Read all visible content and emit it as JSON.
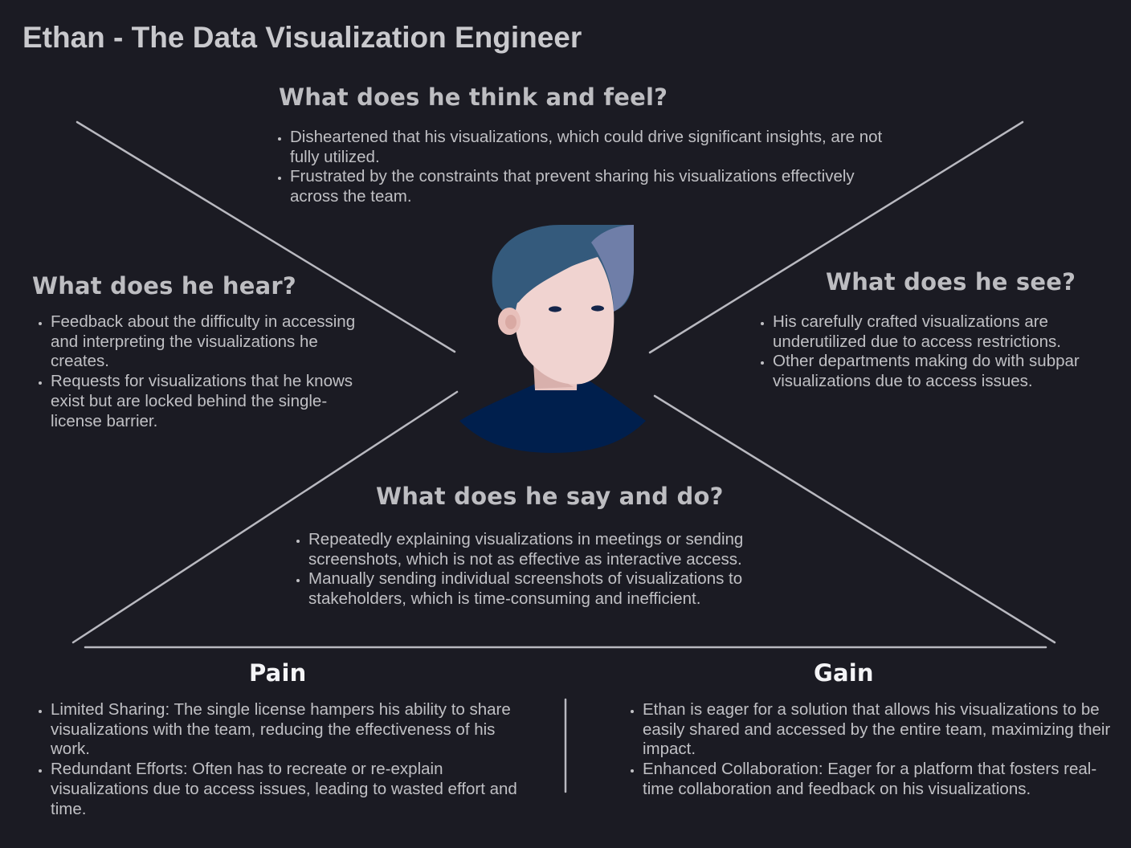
{
  "title": "Ethan - The Data Visualization Engineer",
  "think_feel": {
    "heading": "What does he think and feel?",
    "items": [
      "Disheartened that his visualizations, which could drive significant insights, are not fully utilized.",
      "Frustrated by the constraints that prevent sharing his visualizations effectively across the team."
    ]
  },
  "hear": {
    "heading": "What does he hear?",
    "items": [
      "Feedback about the difficulty in accessing and interpreting the visualizations he creates.",
      "Requests for visualizations that he knows exist but are locked behind the single-license barrier."
    ]
  },
  "see": {
    "heading": "What does he see?",
    "items": [
      "His carefully crafted visualizations are underutilized due to access restrictions.",
      "Other departments making do with subpar visualizations due to access issues."
    ]
  },
  "say_do": {
    "heading": "What does he say and do?",
    "items": [
      "Repeatedly explaining visualizations in meetings or sending screenshots, which is not as effective as interactive access.",
      "Manually sending individual screenshots of visualizations to stakeholders, which is time-consuming and inefficient."
    ]
  },
  "pain": {
    "heading": "Pain",
    "items": [
      "Limited Sharing: The single license hampers his ability to share visualizations with the team, reducing the effectiveness of his work.",
      "Redundant Efforts: Often has to recreate or re-explain visualizations due to access issues, leading to wasted effort and time."
    ]
  },
  "gain": {
    "heading": "Gain",
    "items": [
      "Ethan is eager for a solution that allows his visualizations to be easily shared and accessed by the entire team, maximizing their impact.",
      "Enhanced Collaboration: Eager for a platform that fosters real-time collaboration and feedback on his visualizations."
    ]
  },
  "colors": {
    "background": "#1b1b23",
    "line": "#b9b9c0",
    "hair": "#345a7c",
    "skin": "#f0d3d0",
    "shirt": "#001f4d"
  },
  "icons": {
    "avatar": "person-avatar-icon"
  }
}
